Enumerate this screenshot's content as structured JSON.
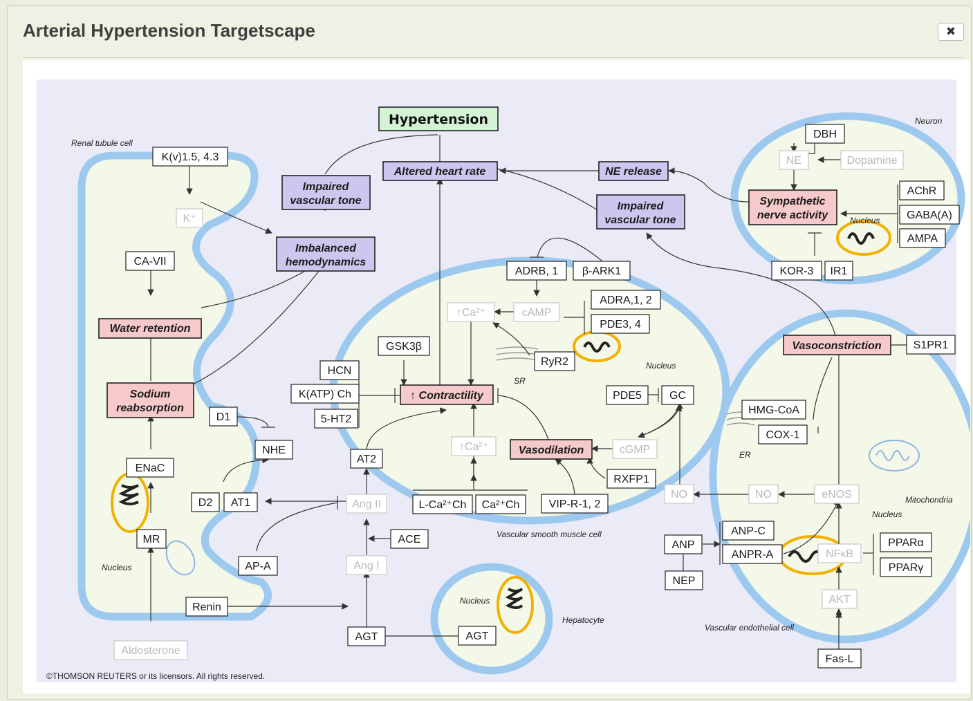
{
  "dialog": {
    "title": "Arterial Hypertension Targetscape",
    "close_label": "✖"
  },
  "diagram": {
    "hypertension": "Hypertension",
    "processes": {
      "altered_heart_rate": "Altered heart rate",
      "ne_release": "NE release",
      "impaired_vascular_tone_left": [
        "Impaired",
        "vascular tone"
      ],
      "impaired_vascular_tone_right": [
        "Impaired",
        "vascular tone"
      ],
      "imbalanced_hemodynamics": [
        "Imbalanced",
        "hemodynamics"
      ],
      "water_retention": "Water retention",
      "sodium_reabsorption": [
        "Sodium",
        "reabsorption"
      ],
      "contractility": "↑ Contractility",
      "vasodilation": "Vasodilation",
      "vasoconstriction": "Vasoconstriction",
      "sympathetic_nerve_activity": [
        "Sympathetic",
        "nerve activity"
      ]
    },
    "nodes": {
      "kv": "K(v)1.5, 4.3",
      "k_plus": "K⁺",
      "ca_vii": "CA-VII",
      "d1": "D1",
      "nhe": "NHE",
      "enac": "ENaC",
      "mr": "MR",
      "d2": "D2",
      "at1": "AT1",
      "at2": "AT2",
      "ang_ii": "Ang II",
      "ang_i": "Ang I",
      "ace": "ACE",
      "ap_a": "AP-A",
      "renin": "Renin",
      "agt_1": "AGT",
      "agt_2": "AGT",
      "aldosterone": "Aldosterone",
      "gsk3b": "GSK3β",
      "hcn": "HCN",
      "katp": "K(ATP) Ch",
      "ht2": "5-HT2",
      "ca_top": "↑Ca²⁺",
      "camp": "cAMP",
      "adrb1": "ADRB, 1",
      "bark1": "β-ARK1",
      "adra": "ADRA,1, 2",
      "pde34": "PDE3, 4",
      "ryr2": "RyR2",
      "ca_mid": "↑Ca²⁺",
      "lca": "L-Ca²⁺Ch",
      "cach": "Ca²⁺Ch",
      "vipr": "VIP-R-1, 2",
      "cgmp": "cGMP",
      "rxfp1": "RXFP1",
      "pde5": "PDE5",
      "gc": "GC",
      "no_1": "NO",
      "no_2": "NO",
      "enos": "eNOS",
      "anp": "ANP",
      "nep": "NEP",
      "anp_c": "ANP-C",
      "anpr_a": "ANPR-A",
      "nfkb": "NFκB",
      "akt": "AKT",
      "fasl": "Fas-L",
      "ppara": "PPARα",
      "pparg": "PPARγ",
      "hmg_coa": "HMG-CoA",
      "cox1": "COX-1",
      "s1pr1": "S1PR1",
      "dbh": "DBH",
      "ne": "NE",
      "dopamine": "Dopamine",
      "achr": "AChR",
      "gaba": "GABA(A)",
      "ampa": "AMPA",
      "kor3": "KOR-3",
      "ir1": "IR1"
    },
    "labels": {
      "renal_tubule_cell": "Renal tubule cell",
      "neuron": "Neuron",
      "nucleus_renal": "Nucleus",
      "nucleus_neuron": "Nucleus",
      "nucleus_smc": "Nucleus",
      "nucleus_hep": "Nucleus",
      "nucleus_endo": "Nucleus",
      "sr": "SR",
      "er": "ER",
      "mitochondria": "Mitochondria",
      "vascular_smooth_muscle_cell": "Vascular smooth muscle cell",
      "hepatocyte": "Hepatocyte",
      "vascular_endothelial_cell": "Vascular endothelial cell"
    },
    "copyright": "©THOMSON REUTERS or its licensors. All rights reserved.",
    "colors": {
      "membrane": "#9ec9ee",
      "cytoplasm": "#f3f8e8",
      "background": "#ebebf8",
      "phenotype_pink": "#f6c9cb",
      "process_purple": "#ccc7ee",
      "outcome_green": "#d4f3d4",
      "nucleus_ring": "#f2b000"
    }
  }
}
